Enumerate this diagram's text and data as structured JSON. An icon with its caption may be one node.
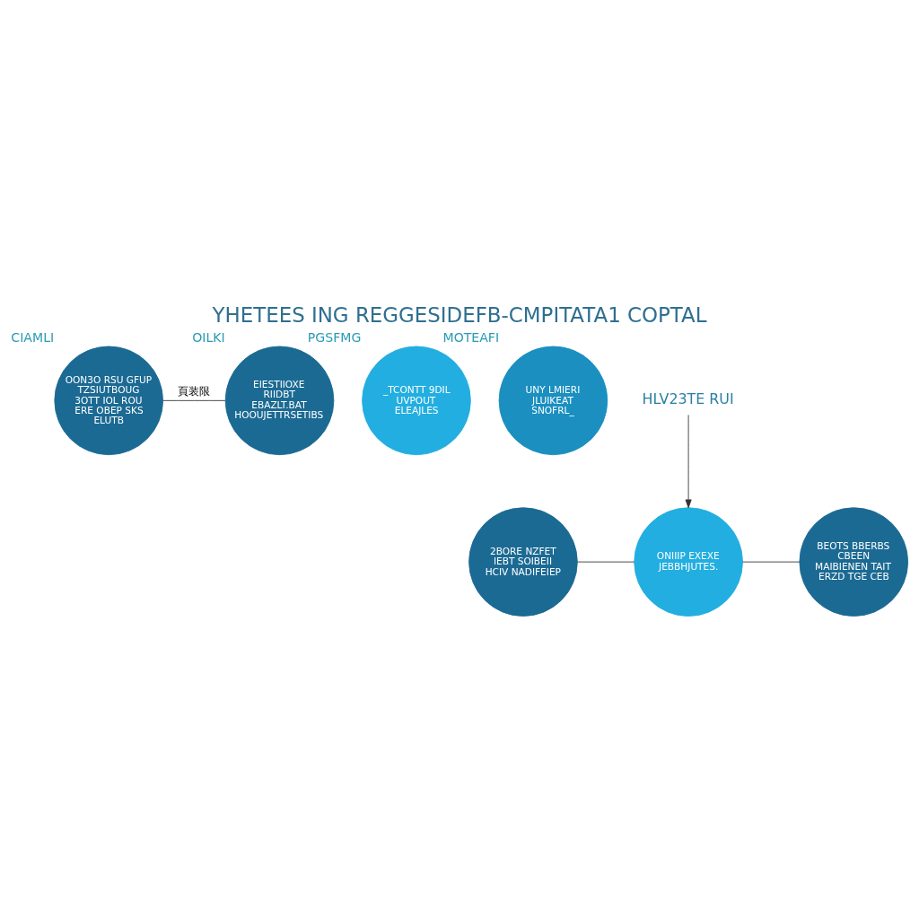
{
  "diagram": {
    "title": "YHETEES ING REGGESIDEFB-CMPITATA1 COPTAL",
    "nodes": [
      {
        "text": [
          "OON3O RSU GFUP TZSIUTBOUG 3OTT IOL ROU ERE OBEP SKS ELUTB"
        ],
        "beside": [
          "CIAMLI"
        ]
      },
      {
        "text": [
          "_TCONTT 9DIL UVPOUT ELEAJLES"
        ],
        "beside": [
          "PGSFMG"
        ]
      },
      {
        "text": [
          "UNY LMIERI JLUIKEAT SNOFRL_"
        ],
        "beside": [
          "MOTEAFI"
        ]
      },
      {
        "text": [
          "EIESTIIOXE RIIDBT EBAZLT.BAT HOOUJETTRSETIBS"
        ],
        "beside": [
          "OILKI"
        ]
      },
      {
        "text": [
          "2BORE NZFET IEBT SOIBEII HCIV NADIFEIEP"
        ]
      },
      {
        "text": [
          "ONIIIP EXEXE JEBBHJUTES."
        ]
      },
      {
        "text": [
          "BEOTS BBERBS CBEEN MAIBIENEN TAIT ERZD TGE CEB"
        ]
      },
      {
        "text": [
          "HLV23TE RUI"
        ]
      }
    ],
    "edges": [
      {
        "from": 0,
        "to": 3,
        "arrow": "none",
        "label": "頁装限"
      },
      {
        "from": 7,
        "to": 5,
        "arrow": "to"
      },
      {
        "from": 4,
        "to": 5,
        "arrow": "none"
      },
      {
        "from": 5,
        "to": 6,
        "arrow": "none"
      }
    ]
  }
}
